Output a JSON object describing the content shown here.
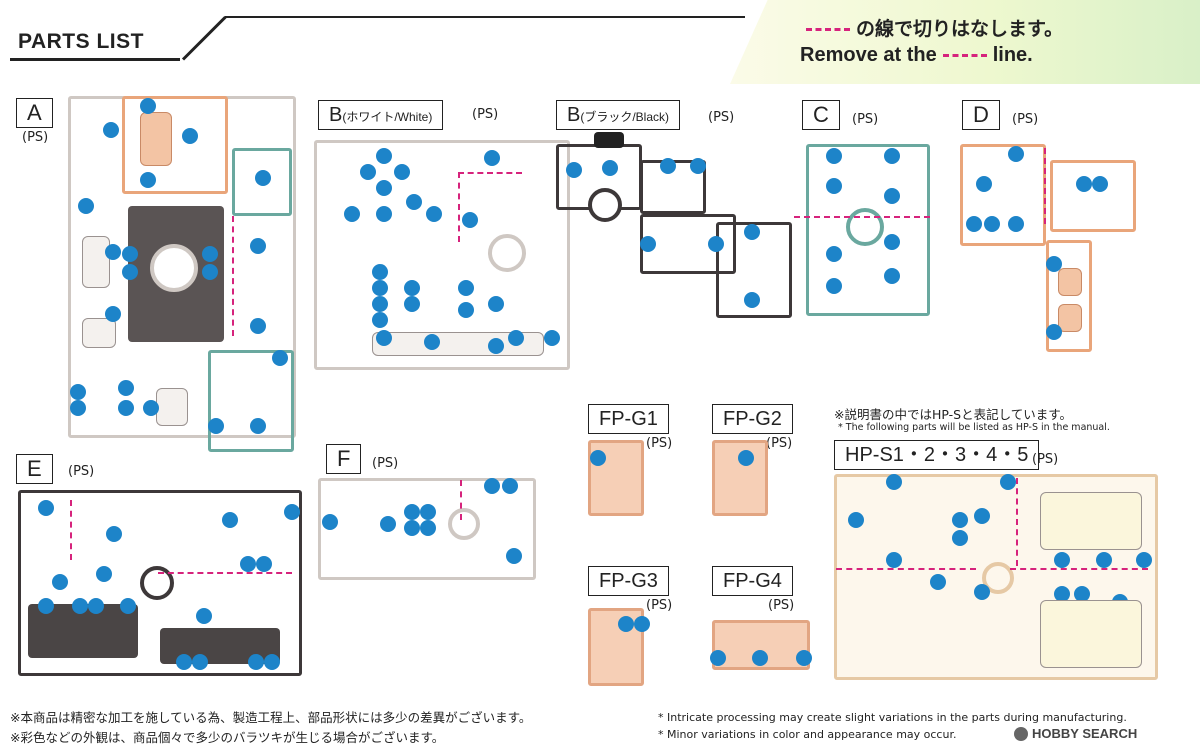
{
  "header": {
    "title": "PARTS LIST"
  },
  "banner": {
    "jp_line": "の線で切りはなします。",
    "en_prefix": "Remove at the",
    "en_suffix": "line.",
    "cut_line_color": "#d6237c"
  },
  "runners": {
    "A": {
      "label": "A",
      "ps": "(PS)"
    },
    "B_white": {
      "label": "B",
      "sub": "(ホワイト/White)",
      "ps": "(PS)"
    },
    "B_black": {
      "label": "B",
      "sub": "(ブラック/Black)",
      "ps": "(PS)"
    },
    "C": {
      "label": "C",
      "ps": "(PS)"
    },
    "D": {
      "label": "D",
      "ps": "(PS)"
    },
    "E": {
      "label": "E",
      "ps": "(PS)"
    },
    "F": {
      "label": "F",
      "ps": "(PS)"
    },
    "FPG1": {
      "label": "FP-G1",
      "ps": "(PS)"
    },
    "FPG2": {
      "label": "FP-G2",
      "ps": "(PS)"
    },
    "FPG3": {
      "label": "FP-G3",
      "ps": "(PS)"
    },
    "FPG4": {
      "label": "FP-G4",
      "ps": "(PS)"
    },
    "HPS": {
      "label": "HP-S1・2・3・4・5",
      "ps": "(PS)"
    }
  },
  "hps_note": {
    "jp": "※説明書の中ではHP-Sと表記しています。",
    "en": "* The following parts will be listed as HP-S in the manual."
  },
  "footer": {
    "jp1": "※本商品は精密な加工を施している為、製造工程上、部品形状には多少の差異がございます。",
    "jp2": "※彩色などの外観は、商品個々で多少のバラツキが生じる場合がございます。",
    "en1": "* Intricate processing may create slight variations in the parts during manufacturing.",
    "en2": "* Minor variations in color and appearance may occur."
  },
  "watermark": {
    "text": "HOBBY SEARCH"
  }
}
